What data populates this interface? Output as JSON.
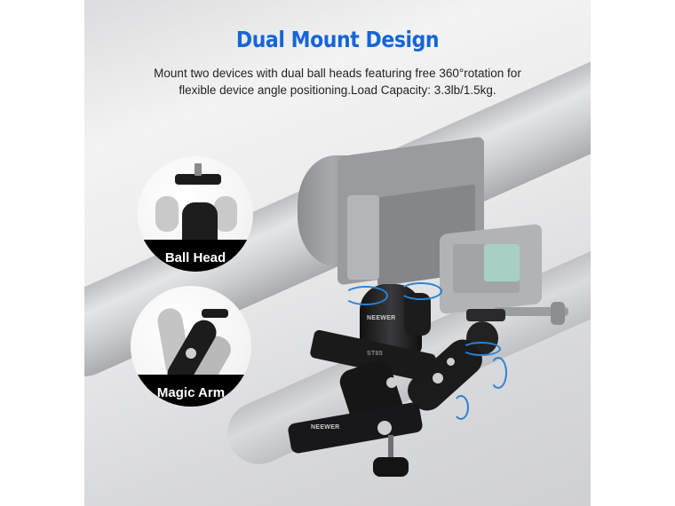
{
  "page": {
    "title": "Dual Mount Design",
    "subtitle_lines": [
      "Mount two devices with dual ball heads featuring free 360°rotation for",
      "flexible device angle positioning.Load Capacity: 3.3lb/1.5kg."
    ],
    "colors": {
      "title": "#1565d8",
      "label_band": "#000000",
      "label_text": "#ffffff",
      "rotation_arrow": "#2a82d6"
    }
  },
  "callouts": [
    {
      "label": "Ball Head"
    },
    {
      "label": "Magic Arm"
    }
  ],
  "product": {
    "brand_marks": [
      "NEEWER",
      "NEEWER"
    ],
    "clamp_marking": "ST85"
  }
}
